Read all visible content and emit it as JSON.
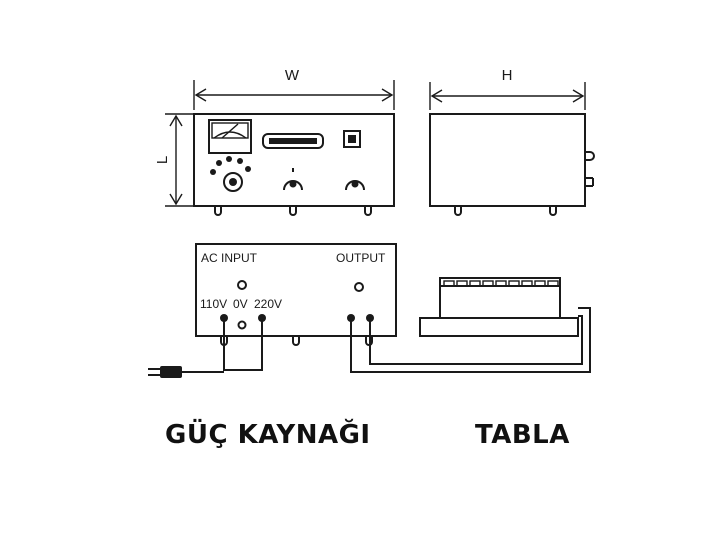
{
  "dimensions": {
    "width_label": "W",
    "height_label": "H",
    "length_label": "L"
  },
  "rear_panel": {
    "ac_input_label": "AC INPUT",
    "output_label": "OUTPUT",
    "tap_110": "110V",
    "tap_0": "0V",
    "tap_220": "220V"
  },
  "captions": {
    "power_supply": "GÜÇ KAYNAĞI",
    "table": "TABLA"
  }
}
